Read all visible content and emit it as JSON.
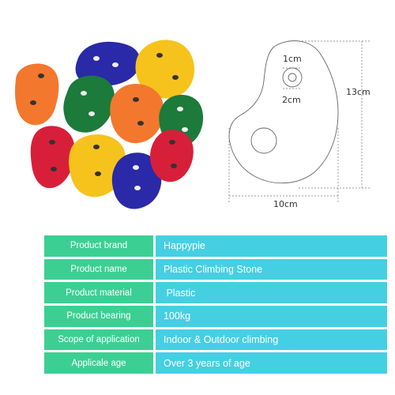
{
  "dimensions": {
    "hole_diameter_inner": "1cm",
    "hole_diameter_outer": "2cm",
    "height": "13cm",
    "width": "10cm"
  },
  "colors": {
    "label_bg": "#3ccf93",
    "value_bg": "#45cfe3",
    "hold_orange": "#f4772e",
    "hold_blue": "#2a29a8",
    "hold_yellow": "#f6c31c",
    "hold_green": "#1c7a3b",
    "hold_red": "#d81f3a"
  },
  "specs": [
    {
      "label": "Product brand",
      "value": "Happypie"
    },
    {
      "label": "Product name",
      "value": "Plastic Climbing Stone"
    },
    {
      "label": "Product material",
      "value": " Plastic"
    },
    {
      "label": "Product bearing",
      "value": "100kg"
    },
    {
      "label": "Scope of application",
      "value": "Indoor & Outdoor climbing"
    },
    {
      "label": "Applicale age",
      "value": "Over 3 years of age"
    }
  ]
}
